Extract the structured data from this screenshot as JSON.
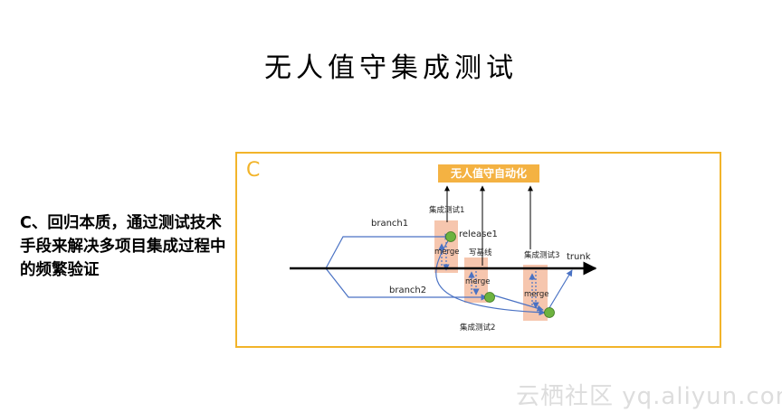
{
  "slide": {
    "title": "无人值守集成测试",
    "body_text": "C、回归本质，通过测试技术手段来解决多项目集成过程中的频繁验证"
  },
  "diagram": {
    "corner_letter": "C",
    "banner": "无人值守自动化",
    "labels": {
      "branch1": "branch1",
      "branch2": "branch2",
      "trunk": "trunk",
      "release1": "release1",
      "write_baseline": "写基线",
      "integration_test_1": "集成测试1",
      "integration_test_2": "集成测试2",
      "integration_test_3": "集成测试3",
      "merge_1": "merge",
      "merge_2": "merge",
      "merge_3": "merge"
    },
    "colors": {
      "frame": "#F2B42A",
      "banner": "#F4B242",
      "merge_box": "#F6C6AE",
      "node": "#6DB33F",
      "branch_line": "#4A72C4",
      "trunk_line": "#000000"
    }
  },
  "watermark": "云栖社区 yq.aliyun.com"
}
